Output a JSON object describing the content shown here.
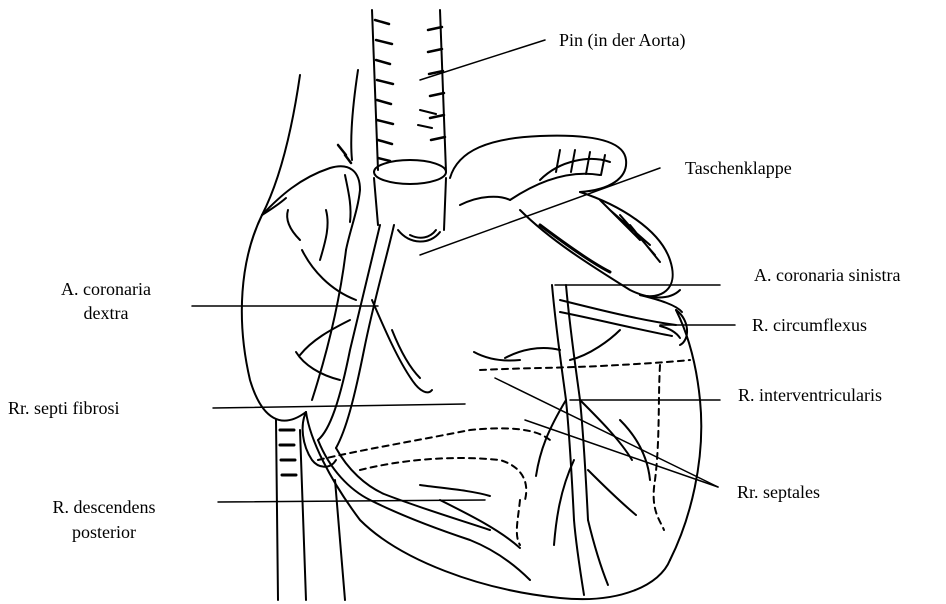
{
  "labels": {
    "pin": "Pin (in der Aorta)",
    "taschenklappe": "Taschenklappe",
    "a_coronaria_sinistra": "A. coronaria sinistra",
    "a_coronaria_dextra_1": "A. coronaria",
    "a_coronaria_dextra_2": "dextra",
    "r_circumflexus": "R. circumflexus",
    "r_interventricularis": "R. interventricularis",
    "rr_septi_fibrosi": "Rr. septi fibrosi",
    "rr_septales": "Rr. septales",
    "r_descendens_posterior_1": "R. descendens",
    "r_descendens_posterior_2": "posterior"
  }
}
